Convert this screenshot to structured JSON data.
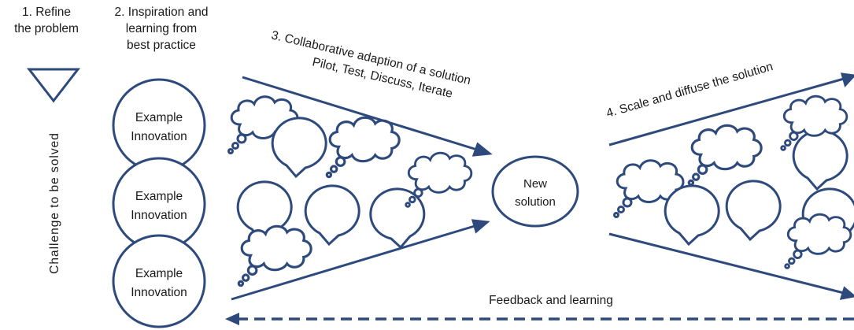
{
  "steps": {
    "step1": {
      "line1": "1. Refine",
      "line2": "the problem"
    },
    "step2": {
      "line1": "2. Inspiration and",
      "line2": "learning from",
      "line3": "best practice"
    },
    "step3": {
      "line1": "3. Collaborative adaption of a solution",
      "line2": "Pilot, Test, Discuss, Iterate"
    },
    "step4": {
      "label": "4. Scale and diffuse the solution"
    }
  },
  "challenge": {
    "label": "Challenge to be solved"
  },
  "innovations": [
    {
      "line1": "Example",
      "line2": "Innovation"
    },
    {
      "line1": "Example",
      "line2": "Innovation"
    },
    {
      "line1": "Example",
      "line2": "Innovation"
    }
  ],
  "new_solution": {
    "line1": "New",
    "line2": "solution"
  },
  "feedback": {
    "label": "Feedback and learning"
  },
  "colors": {
    "navy": "#2e4a7d",
    "text": "#1a1a1a",
    "background": "#ffffff"
  }
}
